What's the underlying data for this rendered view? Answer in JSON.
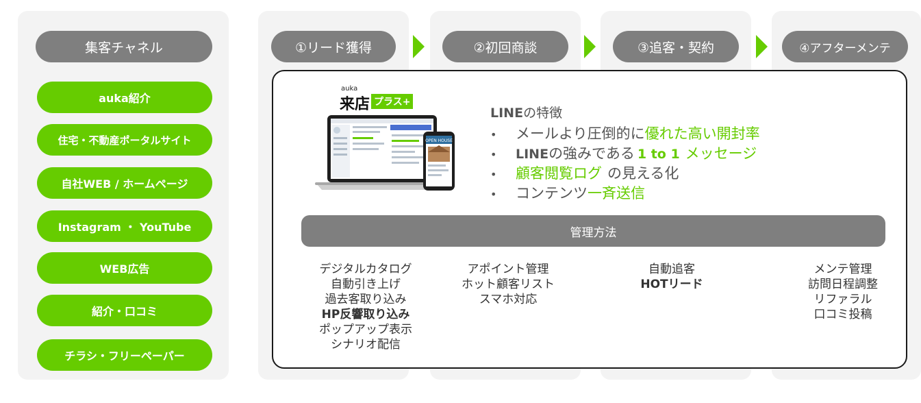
{
  "left_panel": {
    "header": "集客チャネル",
    "channels": [
      "auka紹介",
      "住宅・不動産ポータルサイト",
      "自社WEB / ホームページ",
      "Instagram ・ YouTube",
      "WEB広告",
      "紹介・口コミ",
      "チラシ・フリーペーパー"
    ]
  },
  "steps": [
    "①リード獲得",
    "②初回商談",
    "③追客・契約",
    "④アフターメンテ"
  ],
  "product": {
    "brand_small": "auka",
    "brand_main": "来店",
    "brand_tag": "プラス+",
    "phone_banner": "OPEN HOUSE"
  },
  "features": {
    "title_bold": "LINE",
    "title_rest": "の特徴",
    "items": [
      {
        "plain": "メールより圧倒的に",
        "hl": "優れた高い開封率",
        "after": ""
      },
      {
        "bold_prefix": "LINE",
        "plain": "の強みである",
        "hl": "1 to 1",
        "after": "メッセージ"
      },
      {
        "hl": "顧客閲覧ログ",
        "plain": "",
        "after": "の見える化"
      },
      {
        "plain": "コンテンツ",
        "hl": "一斉送信",
        "after": ""
      }
    ]
  },
  "management": {
    "header": "管理方法",
    "columns": [
      [
        "デジタルカタログ",
        "自動引き上げ",
        "過去客取り込み",
        "HP反響取り込み",
        "ポップアップ表示",
        "シナリオ配信"
      ],
      [
        "アポイント管理",
        "ホット顧客リスト",
        "スマホ対応"
      ],
      [
        "自動追客",
        "HOTリード"
      ],
      [
        "メンテ管理",
        "訪問日程調整",
        "リファラル",
        "口コミ投稿"
      ]
    ]
  },
  "colors": {
    "accent_green": "#66cc00",
    "pill_gray": "#7f7f7f",
    "panel_bg": "#f3f3f3"
  }
}
